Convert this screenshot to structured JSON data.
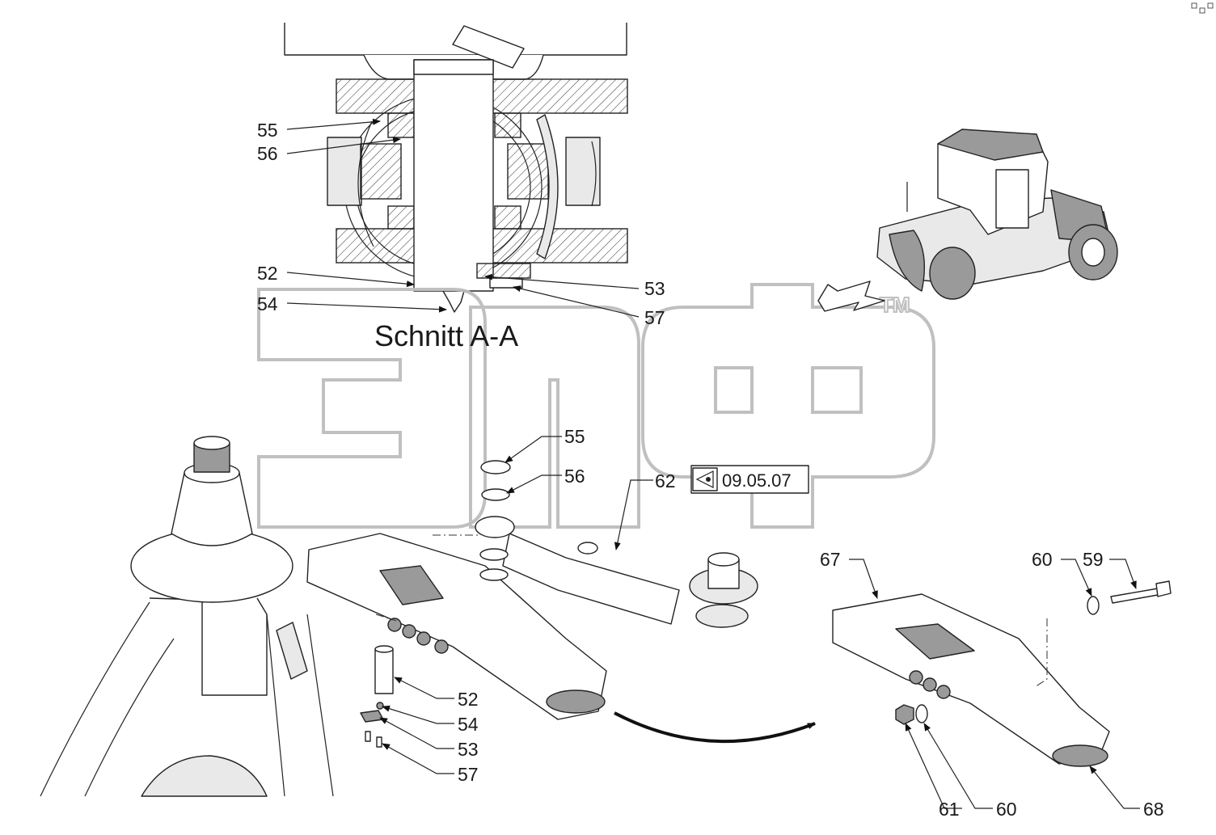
{
  "section": {
    "title": "Schnitt A-A"
  },
  "callouts": {
    "section_55": "55",
    "section_56": "56",
    "section_52": "52",
    "section_54": "54",
    "section_53": "53",
    "section_57": "57",
    "exp_55": "55",
    "exp_56": "56",
    "exp_62": "62",
    "exp_52": "52",
    "exp_54": "54",
    "exp_53": "53",
    "exp_57": "57",
    "arm_67": "67",
    "arm_60_top": "60",
    "arm_59": "59",
    "arm_61": "61",
    "arm_60_bottom": "60",
    "arm_68": "68"
  },
  "reference": {
    "page": "09.05.07",
    "icon": "page-reference-arrow-icon"
  },
  "watermark": {
    "logo": "ЗПСР",
    "trademark": "TM"
  },
  "window_corner": {
    "icon": "resize-grip-icon"
  }
}
